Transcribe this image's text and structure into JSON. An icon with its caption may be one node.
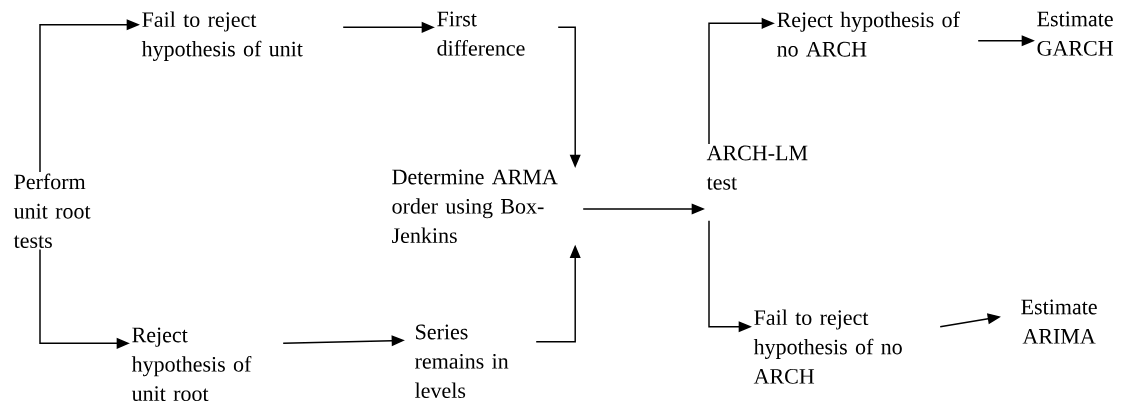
{
  "diagram": {
    "nodes": [
      {
        "text": [
          "Perform unit root tests"
        ]
      },
      {
        "text": [
          "Fail to reject hypothesis of unit"
        ]
      },
      {
        "text": [
          "First difference"
        ]
      },
      {
        "text": [
          "Reject hypothesis of unit root"
        ]
      },
      {
        "text": [
          "Series remains in levels"
        ]
      },
      {
        "text": [
          "Determine ARMA order using Box-Jenkins"
        ]
      },
      {
        "text": [
          "ARCH-LM test"
        ]
      },
      {
        "text": [
          "Reject hypothesis of no ARCH"
        ]
      },
      {
        "text": [
          "Estimate GARCH"
        ]
      },
      {
        "text": [
          "Fail to reject hypothesis of no ARCH"
        ]
      },
      {
        "text": [
          "Estimate ARIMA"
        ]
      }
    ],
    "edges": [
      {
        "from": 0,
        "to": 1,
        "arrow": "to"
      },
      {
        "from": 0,
        "to": 3,
        "arrow": "to"
      },
      {
        "from": 1,
        "to": 2,
        "arrow": "to"
      },
      {
        "from": 2,
        "to": 5,
        "arrow": "to"
      },
      {
        "from": 4,
        "to": 5,
        "arrow": "to"
      },
      {
        "from": 3,
        "to": 4,
        "arrow": "to"
      },
      {
        "from": 5,
        "to": 6,
        "arrow": "to"
      },
      {
        "from": 6,
        "to": 7,
        "arrow": "to"
      },
      {
        "from": 6,
        "to": 9,
        "arrow": "to"
      },
      {
        "from": 7,
        "to": 8,
        "arrow": "to"
      },
      {
        "from": 9,
        "to": 10,
        "arrow": "to"
      }
    ]
  }
}
